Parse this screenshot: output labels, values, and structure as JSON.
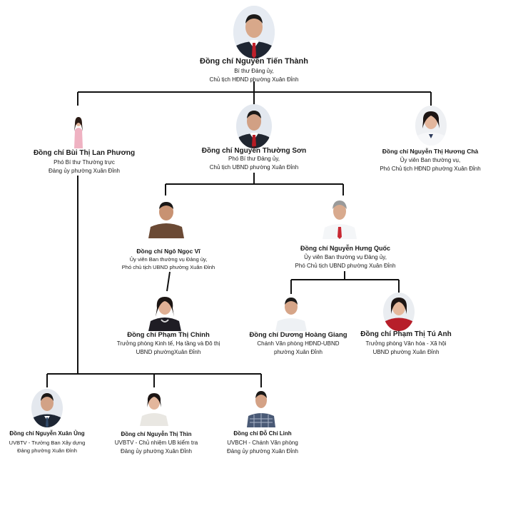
{
  "people": {
    "p1": {
      "name": "Đồng chí Nguyễn Tiến Thành",
      "role1": "Bí thư Đảng ủy,",
      "role2": "Chủ tịch HĐND phường Xuân Đỉnh",
      "role3": ""
    },
    "p2": {
      "name": "Đồng chí Bùi Thị Lan Phương",
      "role1": "Phó Bí thư Thường trực",
      "role2": "Đảng ủy phường Xuân Đỉnh",
      "role3": ""
    },
    "p3": {
      "name": "Đồng chí Nguyễn Thường Sơn",
      "role1": "Phó Bí thư  Đảng ủy,",
      "role2": "Chủ tịch UBND phường Xuân Đỉnh",
      "role3": ""
    },
    "p4": {
      "name": "Đồng chí Nguyễn Thị Hương Chà",
      "role1": "Ủy viên Ban thường vụ,",
      "role2": "Phó Chủ tịch HĐND phường Xuân Đỉnh",
      "role3": ""
    },
    "p5": {
      "name": "Đồng chí Ngô Ngọc Vĩ",
      "role1": "Ủy viên Ban thường vụ Đảng ủy,",
      "role2": "Phó chủ tịch UBND phường Xuân Đỉnh",
      "role3": ""
    },
    "p6": {
      "name": "Đồng chí Nguyễn Hưng Quốc",
      "role1": "Ủy viên Ban thường vụ Đảng ủy,",
      "role2": "Phó Chủ tịch UBND phường Xuân Đỉnh",
      "role3": ""
    },
    "p7": {
      "name": "Đồng chí Phạm Thị Chinh",
      "role1": "Trưởng phòng Kinh tế, Hạ tầng và Đô thị",
      "role2": "UBND phườngXuân Đỉnh",
      "role3": ""
    },
    "p8": {
      "name": "Đồng chí Dương Hoàng Giang",
      "role1": "Chánh Văn phòng HĐND-UBND",
      "role2": "phường Xuân Đỉnh",
      "role3": ""
    },
    "p9": {
      "name": "Đồng chí Phạm Thị Tú Anh",
      "role1": "Trưởng phòng Văn hóa - Xã hội",
      "role2": "UBND phường Xuân Đỉnh",
      "role3": ""
    },
    "p10": {
      "name": "Đồng chí Nguyễn Xuân Ủng",
      "role1": "UVBTV - Trưởng Ban Xây dựng",
      "role2": "Đảng phường Xuân Đỉnh",
      "role3": ""
    },
    "p11": {
      "name": "Đồng chí Nguyễn Thị Thìn",
      "role1": "UVBTV - Chủ nhiệm UB kiểm tra",
      "role2": "Đảng ủy phường Xuân Đỉnh",
      "role3": ""
    },
    "p12": {
      "name": "Đồng chí Đỗ Chí Linh",
      "role1": "UVBCH - Chánh Văn phòng",
      "role2": "Đảng ủy phường Xuân Đỉnh",
      "role3": ""
    }
  }
}
